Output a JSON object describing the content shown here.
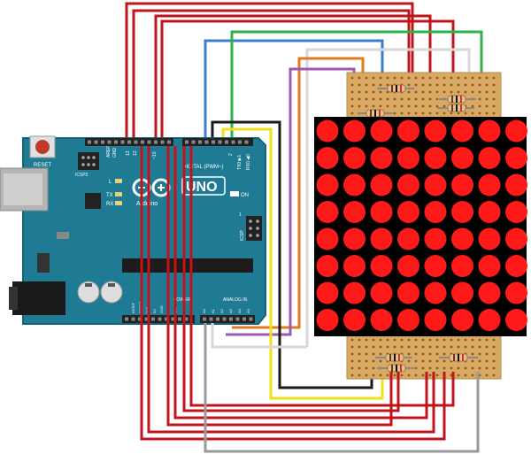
{
  "board": {
    "reset_label": "RESET",
    "icsp2_label": "ICSP2",
    "icsp_label": "ICSP",
    "l_label": "L",
    "tx_label": "TX",
    "rx_label": "RX",
    "on_label": "ON",
    "uno_label": "UNO",
    "arduino_label": "Arduino",
    "digital_label": "DIGITAL (PWM~)",
    "power_label": "POWER",
    "analog_label": "ANALOG IN",
    "aref_label": "AREF",
    "gnd_label": "GND",
    "pin13_label": "13",
    "pin12_label": "12",
    "pin10_label": "~10",
    "pin2_label": "2",
    "pin1_label": "TX0 ▶1",
    "pin0_label": "RX0 ◀0",
    "ioref_label": "IOREF",
    "reset_pin_label": "RESET",
    "v33_label": "3V3",
    "v5_label": "5V",
    "gnd2_label": "GND",
    "vin_label": "VIN",
    "a0_label": "A0",
    "a1_label": "A1",
    "a2_label": "A2",
    "a3_label": "A3",
    "a4_label": "A4",
    "a5_label": "A5",
    "icsp_one_label": "1"
  },
  "colors": {
    "board": "#1f7a93",
    "board_edge": "#15627a",
    "wire_red": "#c0141c",
    "wire_blue": "#3a7fd0",
    "wire_green": "#2db34a",
    "wire_white": "#d8d8d8",
    "wire_orange": "#e07b20",
    "wire_purple": "#9b59b6",
    "wire_black": "#1a1a1a",
    "wire_yellow": "#f2e01a",
    "wire_gray": "#9a9a9a",
    "perfboard": "#d9a962",
    "matrix_bg": "#000000",
    "led": "#ff1a1a"
  },
  "matrix": {
    "rows": 8,
    "cols": 8
  }
}
